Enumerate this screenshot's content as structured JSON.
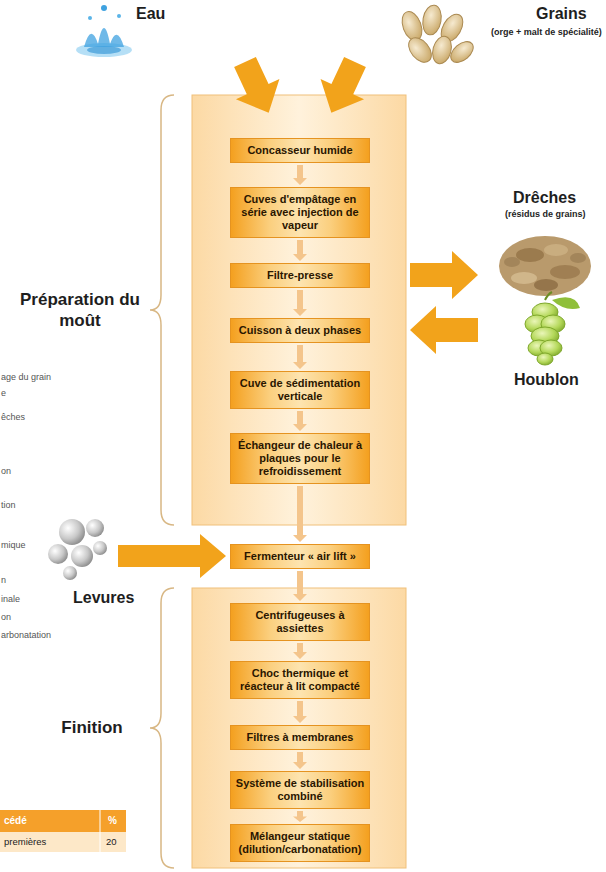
{
  "diagram": {
    "nodes": [
      {
        "text": [
          "Concasseur humide"
        ]
      },
      {
        "text": [
          "Cuves d'empâtage en série avec injection de vapeur"
        ]
      },
      {
        "text": [
          "Filtre-presse"
        ]
      },
      {
        "text": [
          "Cuisson à deux phases"
        ]
      },
      {
        "text": [
          "Cuve de sédimentation verticale"
        ]
      },
      {
        "text": [
          "Échangeur de chaleur à plaques pour le refroidissement"
        ]
      },
      {
        "text": [
          "Fermenteur « air lift »"
        ]
      },
      {
        "text": [
          "Centrifugeuses à assiettes"
        ]
      },
      {
        "text": [
          "Choc thermique et réacteur à lit compacté"
        ]
      },
      {
        "text": [
          "Filtres à membranes"
        ]
      },
      {
        "text": [
          "Système de stabilisation combiné"
        ]
      },
      {
        "text": [
          "Mélangeur statique (dilution/carbonatation)"
        ]
      }
    ],
    "edges": [
      {
        "from": 0,
        "to": 1,
        "arrow": "to"
      },
      {
        "from": 1,
        "to": 2,
        "arrow": "to"
      },
      {
        "from": 2,
        "to": 3,
        "arrow": "to"
      },
      {
        "from": 3,
        "to": 4,
        "arrow": "to"
      },
      {
        "from": 4,
        "to": 5,
        "arrow": "to"
      },
      {
        "from": 5,
        "to": 6,
        "arrow": "to"
      },
      {
        "from": 6,
        "to": 7,
        "arrow": "to"
      },
      {
        "from": 7,
        "to": 8,
        "arrow": "to"
      },
      {
        "from": 8,
        "to": 9,
        "arrow": "to"
      },
      {
        "from": 9,
        "to": 10,
        "arrow": "to"
      },
      {
        "from": 10,
        "to": 11,
        "arrow": "to"
      }
    ],
    "labels": [
      "Eau",
      "Grains",
      "(orge + malt de spécialité)",
      "Drêches",
      "(résidus de grains)",
      "Houblon",
      "Levures",
      "Préparation du moût",
      "Finition",
      "age du grain",
      "e",
      "êches",
      "on",
      "tion",
      "mique",
      "n",
      "inale",
      "on",
      "arbonatation",
      "cédé",
      "%",
      "premières",
      "20"
    ]
  }
}
